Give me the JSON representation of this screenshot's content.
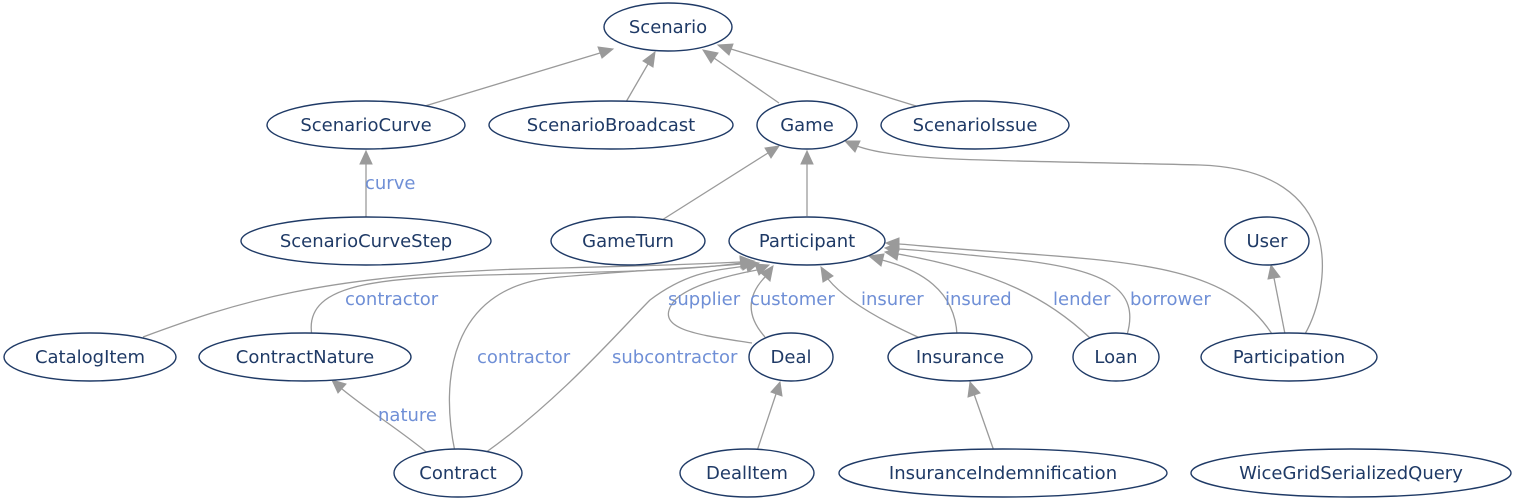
{
  "colors": {
    "node_stroke": "#1f3a66",
    "node_text": "#1f3a66",
    "edge": "#9a9a9a",
    "edge_label": "#6f8fd6"
  },
  "nodes": {
    "scenario": "Scenario",
    "scenario_curve": "ScenarioCurve",
    "scenario_broadcast": "ScenarioBroadcast",
    "game": "Game",
    "scenario_issue": "ScenarioIssue",
    "scenario_curve_step": "ScenarioCurveStep",
    "game_turn": "GameTurn",
    "participant": "Participant",
    "user": "User",
    "catalog_item": "CatalogItem",
    "contract_nature": "ContractNature",
    "deal": "Deal",
    "insurance": "Insurance",
    "loan": "Loan",
    "participation": "Participation",
    "contract": "Contract",
    "deal_item": "DealItem",
    "insurance_indemnification": "InsuranceIndemnification",
    "wice_grid_serialized_query": "WiceGridSerializedQuery"
  },
  "edge_labels": {
    "curve": "curve",
    "contract_nature_contractor": "contractor",
    "contract_contractor": "contractor",
    "subcontractor": "subcontractor",
    "supplier": "supplier",
    "customer": "customer",
    "insurer": "insurer",
    "insured": "insured",
    "lender": "lender",
    "borrower": "borrower",
    "nature": "nature"
  }
}
